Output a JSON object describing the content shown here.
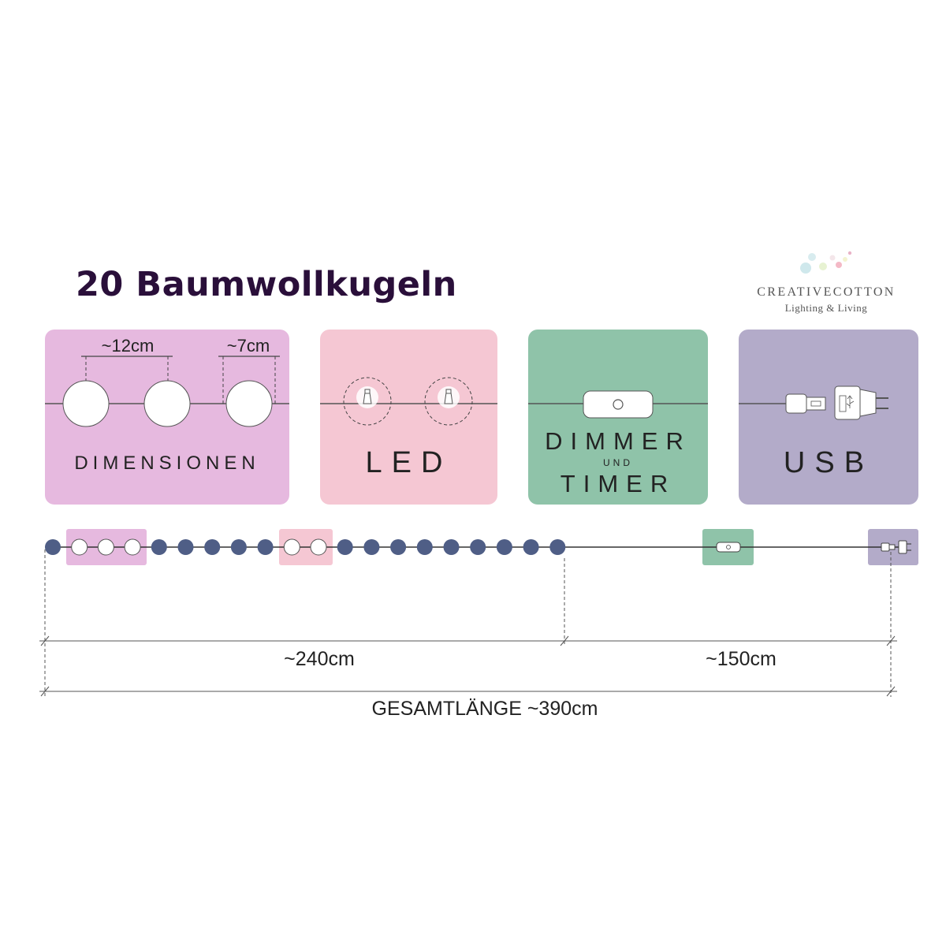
{
  "title": "20 Baumwollkugeln",
  "brand": {
    "name": "CREATIVECOTTON",
    "tagline": "Lighting & Living"
  },
  "cards": {
    "dimensions": {
      "label": "DIMENSIONEN",
      "size_large": "~12cm",
      "size_small": "~7cm",
      "color": "#e6b9df"
    },
    "led": {
      "label": "LED",
      "color": "#f5c7d3"
    },
    "dimmer": {
      "label_top": "DIMMER",
      "label_mid": "UND",
      "label_bottom": "TIMER",
      "color": "#8fc3a9"
    },
    "usb": {
      "label": "USB",
      "color": "#b3abc9"
    }
  },
  "strand": {
    "ball_color": "#4f5e86",
    "balls_total": 20
  },
  "measurements": {
    "balls_section": "~240cm",
    "cable_section": "~150cm",
    "total": "GESAMTLÄNGE ~390cm"
  }
}
